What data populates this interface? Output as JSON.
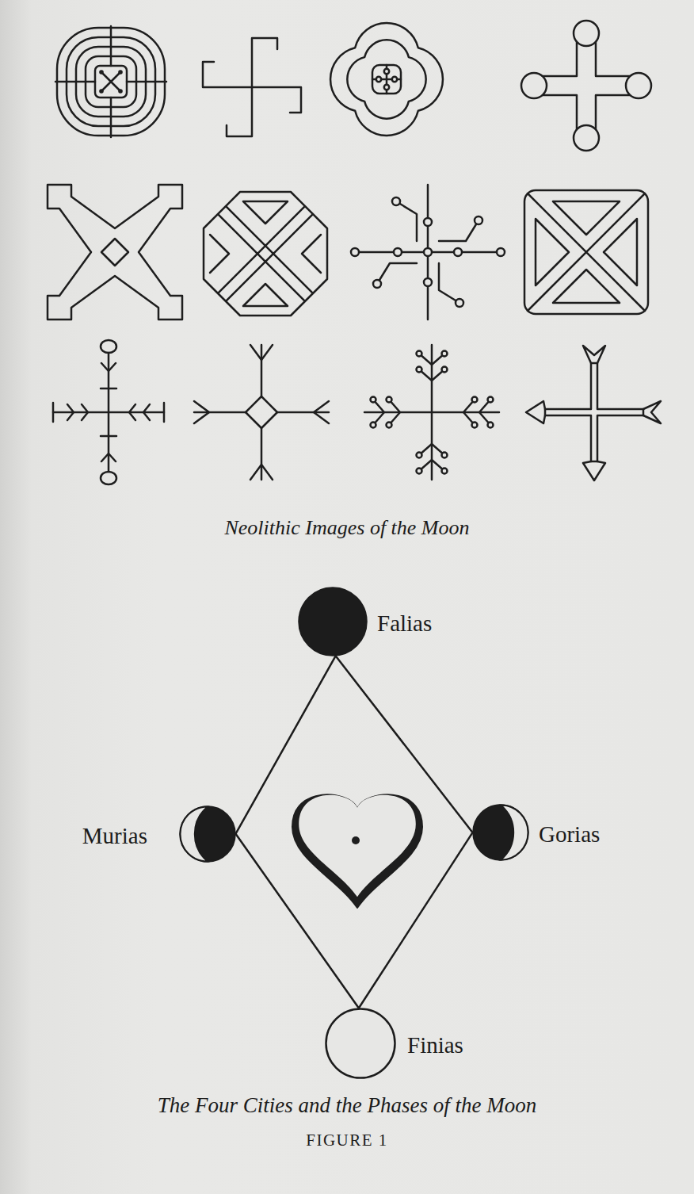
{
  "diagram": {
    "caption": "The Four Cities and the Phases of the Moon",
    "nodes": [
      {
        "text": [
          "Falias"
        ]
      },
      {
        "text": [
          "Murias"
        ]
      },
      {
        "text": [
          "Gorias"
        ]
      },
      {
        "text": [
          "Finias"
        ]
      }
    ],
    "edges": [
      {
        "from": 0,
        "to": 2,
        "arrow": "none"
      },
      {
        "from": 2,
        "to": 3,
        "arrow": "none"
      },
      {
        "from": 3,
        "to": 1,
        "arrow": "none"
      },
      {
        "from": 1,
        "to": 0,
        "arrow": "none"
      }
    ],
    "labels": [
      "Neolithic Images of the Moon",
      "FIGURE 1"
    ]
  }
}
